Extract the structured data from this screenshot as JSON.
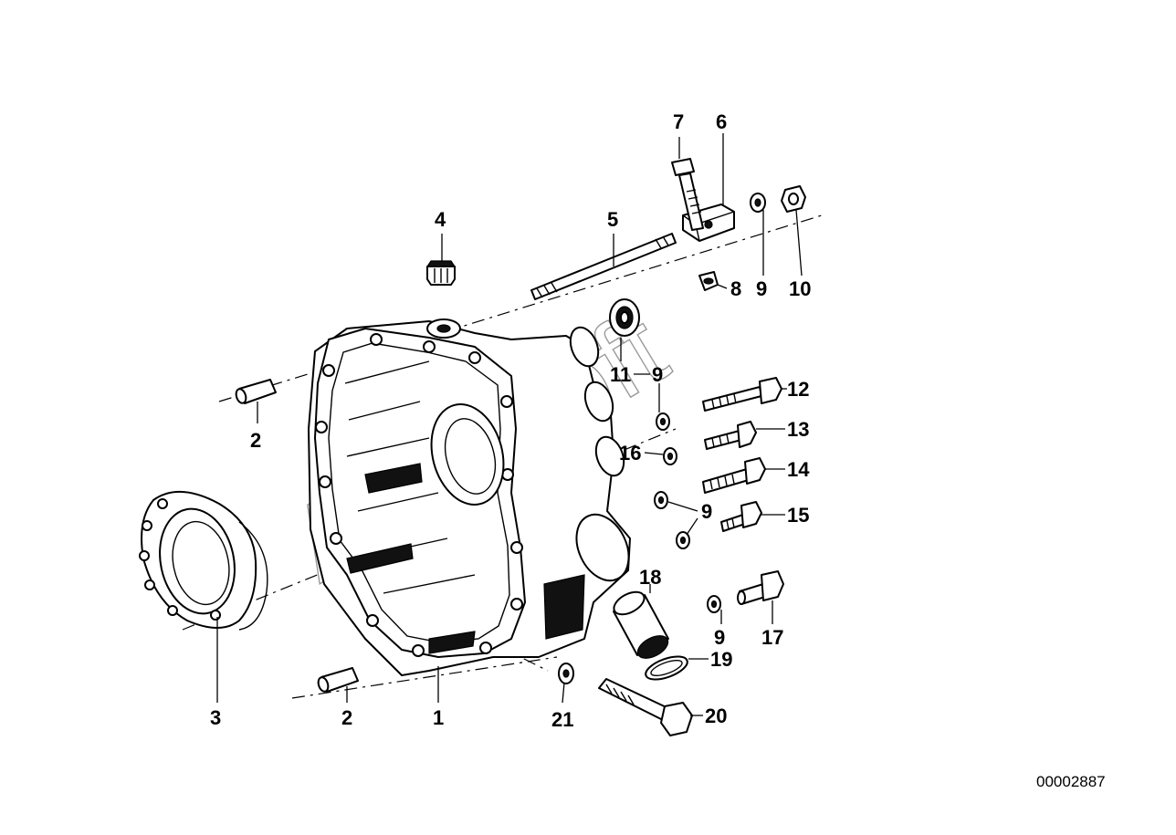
{
  "diagram": {
    "callouts": {
      "p1": "1",
      "p2a": "2",
      "p2b": "2",
      "p3": "3",
      "p4": "4",
      "p5": "5",
      "p6": "6",
      "p7": "7",
      "p8": "8",
      "p9a": "9",
      "p9b": "9",
      "p9c": "9",
      "p9d": "9",
      "p10": "10",
      "p11": "11",
      "p12": "12",
      "p13": "13",
      "p14": "14",
      "p15": "15",
      "p16": "16",
      "p17": "17",
      "p18": "18",
      "p19": "19",
      "p20": "20",
      "p21": "21"
    },
    "watermark": "AutoSoft",
    "document_number": "00002887"
  }
}
